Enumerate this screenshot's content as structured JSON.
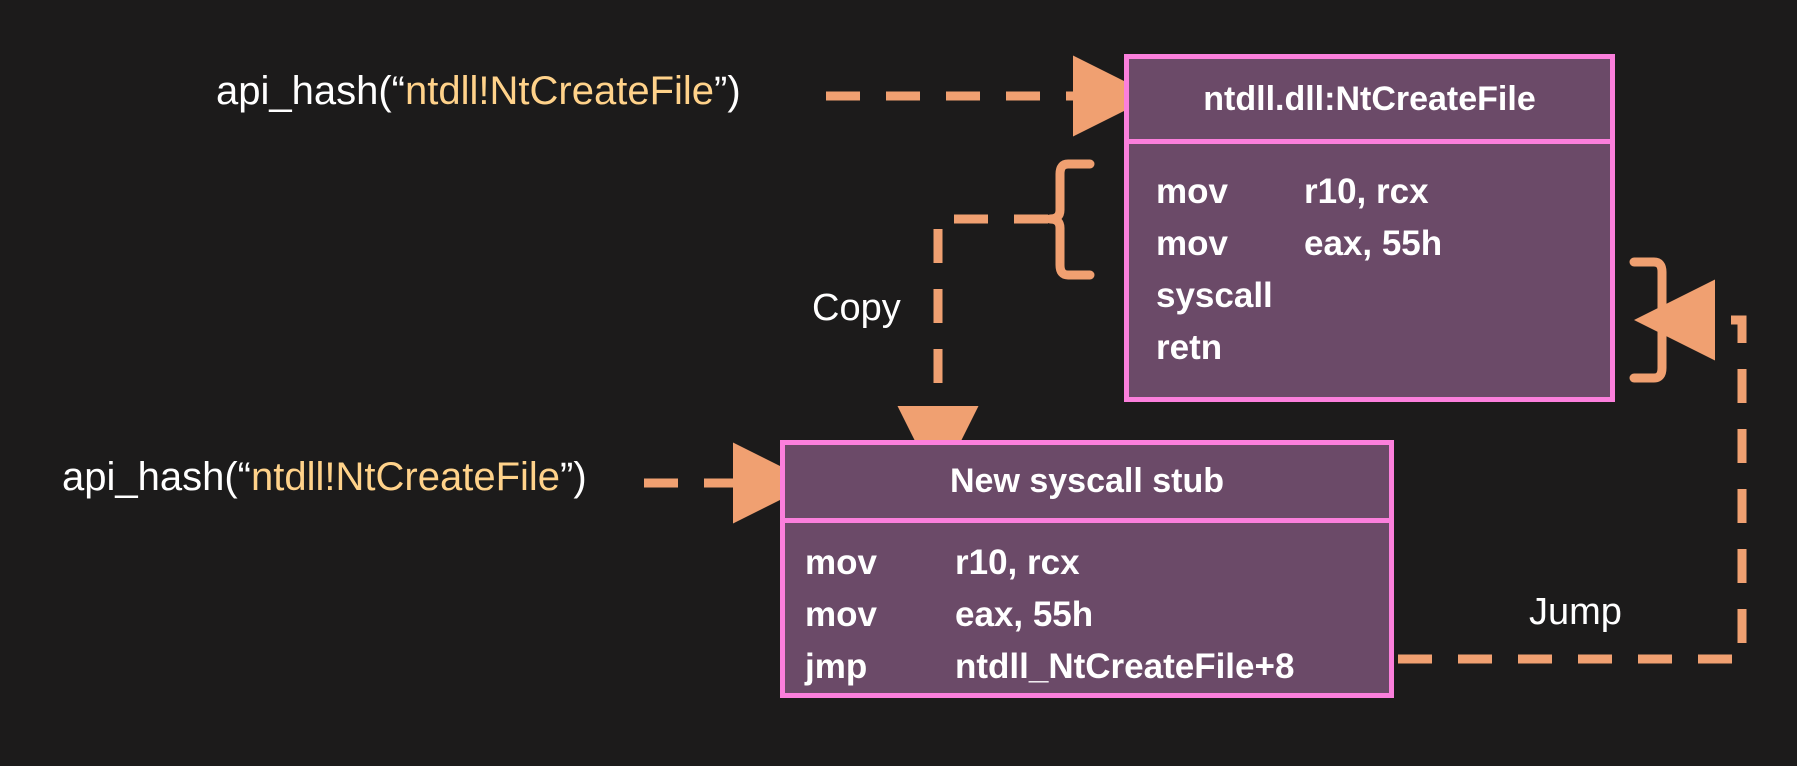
{
  "canvas": {
    "background": "#1c1b1b",
    "accent_arrow": "#f0a071",
    "box_border": "#fb7fdc",
    "box_fill": "#6b4a68",
    "text_white": "#ffffff",
    "text_symbol": "#ffd28a"
  },
  "labels": {
    "hash_top": {
      "prefix": "api_hash(“",
      "symbol": "ntdll!NtCreateFile",
      "suffix": "”)"
    },
    "hash_bottom": {
      "prefix": "api_hash(“",
      "symbol": "ntdll!NtCreateFile",
      "suffix": "”)"
    },
    "copy": "Copy",
    "jump": "Jump"
  },
  "boxes": {
    "ntdll": {
      "title": "ntdll.dll:NtCreateFile",
      "instructions": [
        {
          "mnemonic": "mov",
          "operands": "r10, rcx"
        },
        {
          "mnemonic": "mov",
          "operands": "eax, 55h"
        },
        {
          "mnemonic": "syscall",
          "operands": ""
        },
        {
          "mnemonic": "retn",
          "operands": ""
        }
      ]
    },
    "stub": {
      "title": "New syscall stub",
      "instructions": [
        {
          "mnemonic": "mov",
          "operands": "r10, rcx"
        },
        {
          "mnemonic": "mov",
          "operands": "eax, 55h"
        },
        {
          "mnemonic": "jmp",
          "operands": "ntdll_NtCreateFile+8"
        }
      ]
    }
  },
  "connectors": [
    {
      "name": "hash-to-ntdll",
      "style": "dashed-arrow",
      "direction": "right"
    },
    {
      "name": "copy-flow",
      "style": "dashed-arrow",
      "direction": "down",
      "label": "Copy"
    },
    {
      "name": "hash-to-stub",
      "style": "dashed-arrow",
      "direction": "right"
    },
    {
      "name": "jump-flow",
      "style": "dashed-arrow",
      "direction": "up-left",
      "label": "Jump"
    }
  ],
  "braces": [
    {
      "name": "ntdll-first-two-instructions",
      "orientation": "opening"
    },
    {
      "name": "ntdll-syscall-retn",
      "orientation": "closing"
    }
  ]
}
